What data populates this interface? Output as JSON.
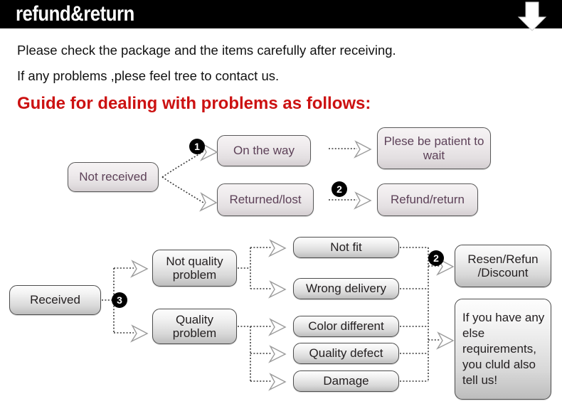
{
  "header": {
    "title": "refund&return",
    "arrow_icon": "down-arrow-icon",
    "background_color": "#000000",
    "text_color": "#ffffff"
  },
  "intro": {
    "line1": "Please check the package and the items carefully after receiving.",
    "line2": "If any problems ,plese feel tree to contact us.",
    "guide_heading": "Guide for dealing with problems as follows:",
    "heading_color": "#cc1111"
  },
  "flow_not_received": {
    "source": "Not received",
    "marker_1": "1",
    "marker_2": "2",
    "branches": [
      {
        "status": "On the way",
        "outcome": "Plese be\npatient to wait"
      },
      {
        "status": "Returned/lost",
        "outcome": "Refund/return"
      }
    ],
    "status_on_the_way": "On the way",
    "status_returned_lost": "Returned/lost",
    "outcome_wait": "Plese be patient to wait",
    "outcome_refund": "Refund/return"
  },
  "flow_received": {
    "source": "Received",
    "marker_3": "3",
    "marker_2": "2",
    "category_not_quality": "Not quality problem",
    "category_quality": "Quality problem",
    "reasons_not_quality": [
      "Not fit",
      "Wrong delivery"
    ],
    "reasons_quality": [
      "Color different",
      "Quality defect",
      "Damage"
    ],
    "reason_not_fit": "Not fit",
    "reason_wrong_delivery": "Wrong delivery",
    "reason_color_different": "Color different",
    "reason_quality_defect": "Quality defect",
    "reason_damage": "Damage",
    "outcome_resend": "Resen/Refun /Discount",
    "outcome_note": "If you have any else requirements, you cluld also tell us!"
  },
  "colors": {
    "box_text_purple": "#5d4158",
    "box_text_black": "#231f20",
    "box_border": "#4d4d4d",
    "connector": "#3a3a3a"
  }
}
